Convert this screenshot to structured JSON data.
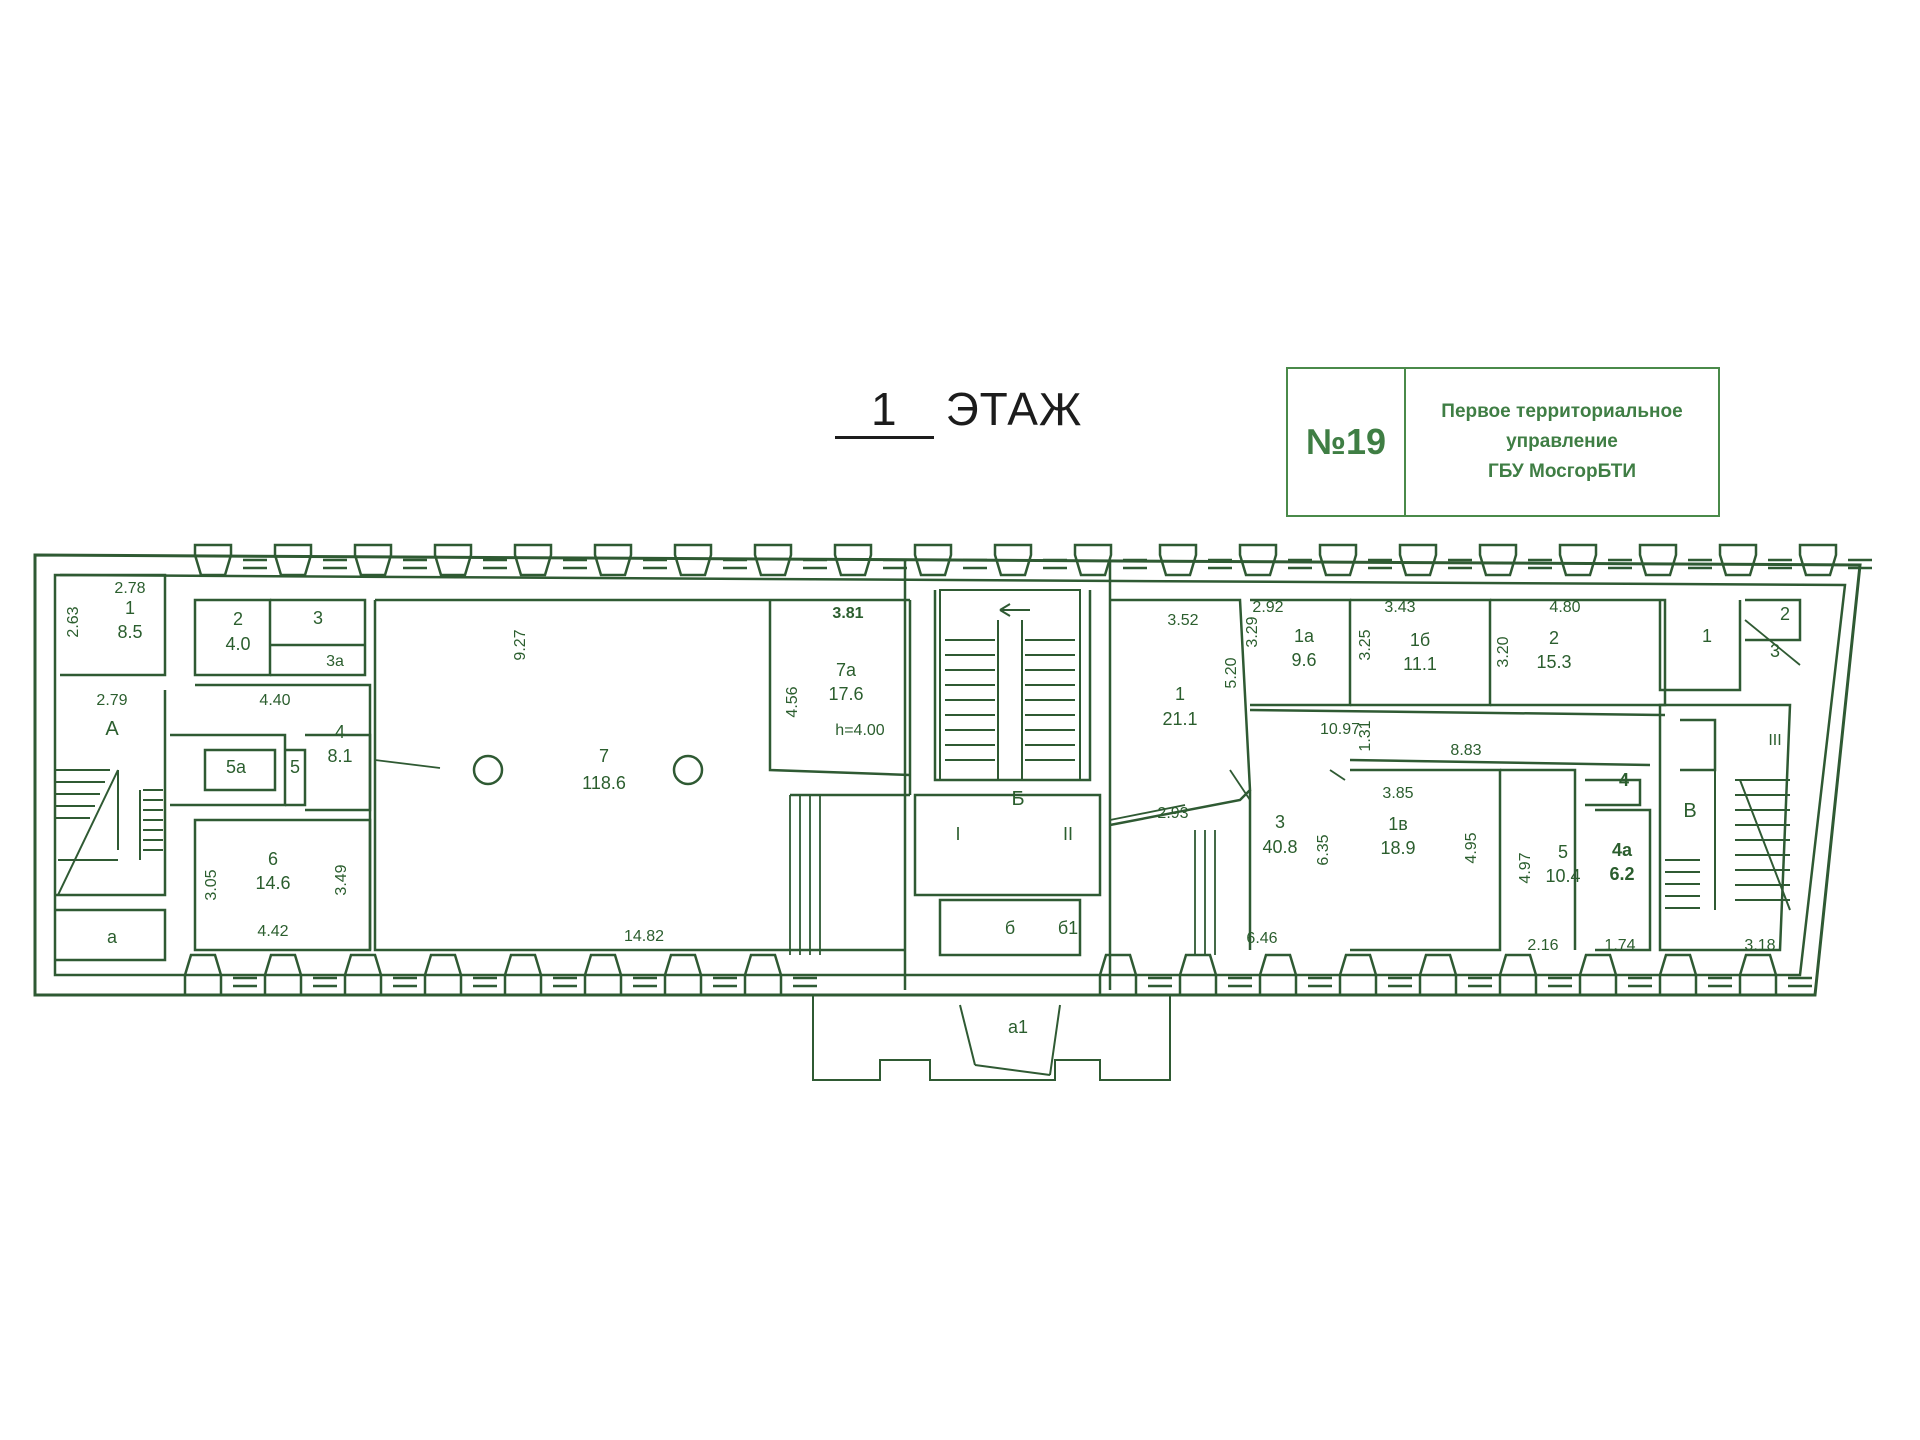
{
  "floor_title": {
    "number": "1",
    "label": "ЭТАЖ"
  },
  "stamp": {
    "number": "№19",
    "line1": "Первое территориальное",
    "line2": "управление",
    "line3": "ГБУ МосгорБТИ"
  },
  "colors": {
    "line": "#2f5a33",
    "text": "#2b5e2e",
    "stamp": "#3f7e44"
  },
  "labels": {
    "d_278": "2.78",
    "r1": "1",
    "a85": "8.5",
    "d_263": "2.63",
    "r2": "2",
    "a40": "4.0",
    "r3": "3",
    "r3a": "3а",
    "d_279": "2.79",
    "sA": "А",
    "d_440": "4.40",
    "r4": "4",
    "a81": "8.1",
    "r5a": "5а",
    "r5": "5",
    "d_305": "3.05",
    "r6": "6",
    "a146": "14.6",
    "d_349": "3.49",
    "d_442": "4.42",
    "sa": "а",
    "d_927": "9.27",
    "r7": "7",
    "a1186": "118.6",
    "d_1482": "14.82",
    "d_381": "3.81",
    "r7a": "7а",
    "a176": "17.6",
    "d_456": "4.56",
    "h400": "h=4.00",
    "sB": "Б",
    "rI": "I",
    "rII": "II",
    "b6": "б",
    "b61": "б1",
    "a1": "а1",
    "d_352": "3.52",
    "d_520": "5.20",
    "e1": "1",
    "e211": "21.1",
    "d_293": "2.93",
    "d_646": "6.46",
    "d_292": "2.92",
    "d_329": "3.29",
    "e1a": "1а",
    "e96": "9.6",
    "d_343": "3.43",
    "d_325": "3.25",
    "e16": "1б",
    "e111": "11.1",
    "d_480": "4.80",
    "d_320": "3.20",
    "e2": "2",
    "e153": "15.3",
    "d_1097": "10.97",
    "d_131": "1.31",
    "d_883": "8.83",
    "e3": "3",
    "e408": "40.8",
    "d_635": "6.35",
    "d_385": "3.85",
    "e1v": "1в",
    "e189": "18.9",
    "d_495": "4.95",
    "d_497": "4.97",
    "e5": "5",
    "e104": "10.4",
    "d_216": "2.16",
    "e4": "4",
    "e4a": "4а",
    "e62": "6.2",
    "d_174": "1.74",
    "w1": "1",
    "w2": "2",
    "w3": "3",
    "wIII": "III",
    "sV": "В",
    "d_318": "3.18"
  }
}
